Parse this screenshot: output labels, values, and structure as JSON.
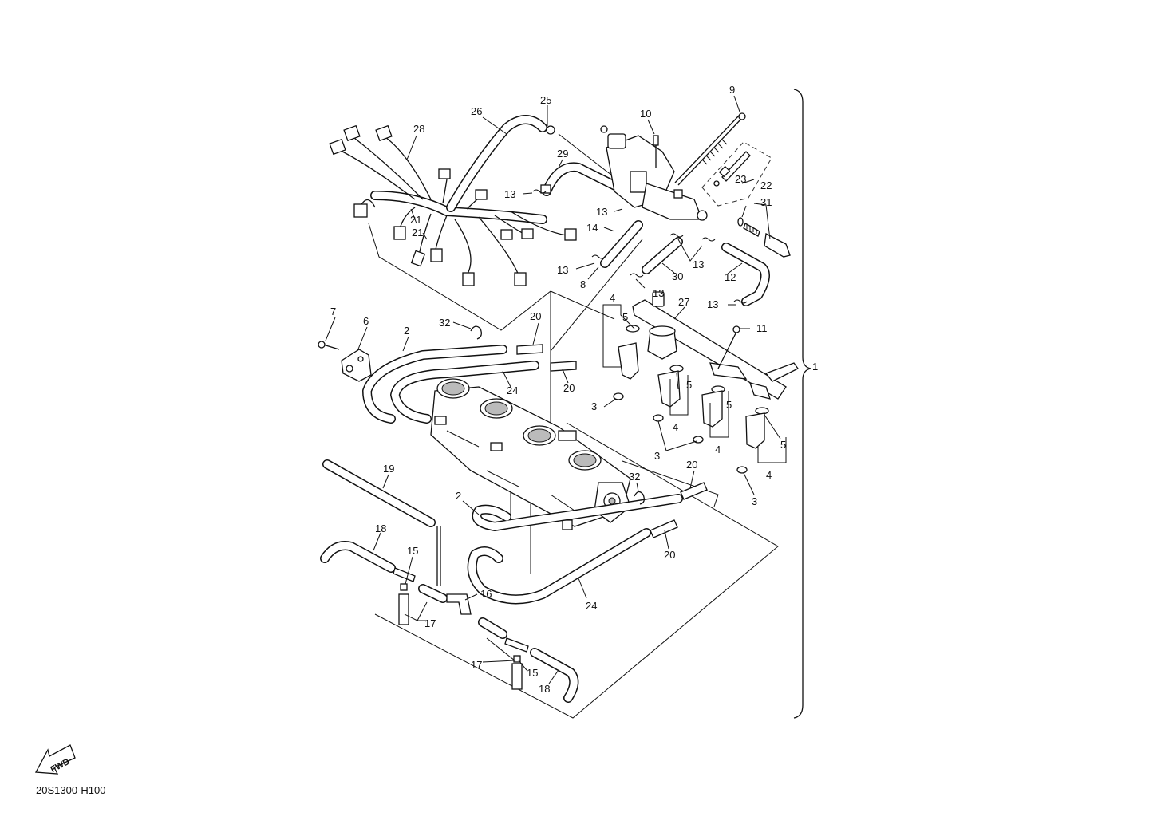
{
  "diagram_code": "20S1300-H100",
  "fwd_label": "FWD",
  "callouts": [
    {
      "id": "c1",
      "text": "1"
    },
    {
      "id": "c2a",
      "text": "2"
    },
    {
      "id": "c2b",
      "text": "2"
    },
    {
      "id": "c3a",
      "text": "3"
    },
    {
      "id": "c3b",
      "text": "3"
    },
    {
      "id": "c3c",
      "text": "3"
    },
    {
      "id": "c4a",
      "text": "4"
    },
    {
      "id": "c4b",
      "text": "4"
    },
    {
      "id": "c4c",
      "text": "4"
    },
    {
      "id": "c4d",
      "text": "4"
    },
    {
      "id": "c5a",
      "text": "5"
    },
    {
      "id": "c5b",
      "text": "5"
    },
    {
      "id": "c5c",
      "text": "5"
    },
    {
      "id": "c5d",
      "text": "5"
    },
    {
      "id": "c6",
      "text": "6"
    },
    {
      "id": "c7",
      "text": "7"
    },
    {
      "id": "c8",
      "text": "8"
    },
    {
      "id": "c9",
      "text": "9"
    },
    {
      "id": "c10",
      "text": "10"
    },
    {
      "id": "c11",
      "text": "11"
    },
    {
      "id": "c12",
      "text": "12"
    },
    {
      "id": "c13a",
      "text": "13"
    },
    {
      "id": "c13b",
      "text": "13"
    },
    {
      "id": "c13c",
      "text": "13"
    },
    {
      "id": "c13d",
      "text": "13"
    },
    {
      "id": "c13e",
      "text": "13"
    },
    {
      "id": "c13f",
      "text": "13"
    },
    {
      "id": "c14",
      "text": "14"
    },
    {
      "id": "c15a",
      "text": "15"
    },
    {
      "id": "c15b",
      "text": "15"
    },
    {
      "id": "c16",
      "text": "16"
    },
    {
      "id": "c17a",
      "text": "17"
    },
    {
      "id": "c17b",
      "text": "17"
    },
    {
      "id": "c18a",
      "text": "18"
    },
    {
      "id": "c18b",
      "text": "18"
    },
    {
      "id": "c19",
      "text": "19"
    },
    {
      "id": "c20a",
      "text": "20"
    },
    {
      "id": "c20b",
      "text": "20"
    },
    {
      "id": "c20c",
      "text": "20"
    },
    {
      "id": "c20d",
      "text": "20"
    },
    {
      "id": "c21",
      "text": "21"
    },
    {
      "id": "c21b",
      "text": "21"
    },
    {
      "id": "c22",
      "text": "22"
    },
    {
      "id": "c23",
      "text": "23"
    },
    {
      "id": "c24a",
      "text": "24"
    },
    {
      "id": "c24b",
      "text": "24"
    },
    {
      "id": "c25",
      "text": "25"
    },
    {
      "id": "c26",
      "text": "26"
    },
    {
      "id": "c27",
      "text": "27"
    },
    {
      "id": "c28",
      "text": "28"
    },
    {
      "id": "c29",
      "text": "29"
    },
    {
      "id": "c30",
      "text": "30"
    },
    {
      "id": "c31",
      "text": "31"
    },
    {
      "id": "c32a",
      "text": "32"
    },
    {
      "id": "c32b",
      "text": "32"
    }
  ]
}
